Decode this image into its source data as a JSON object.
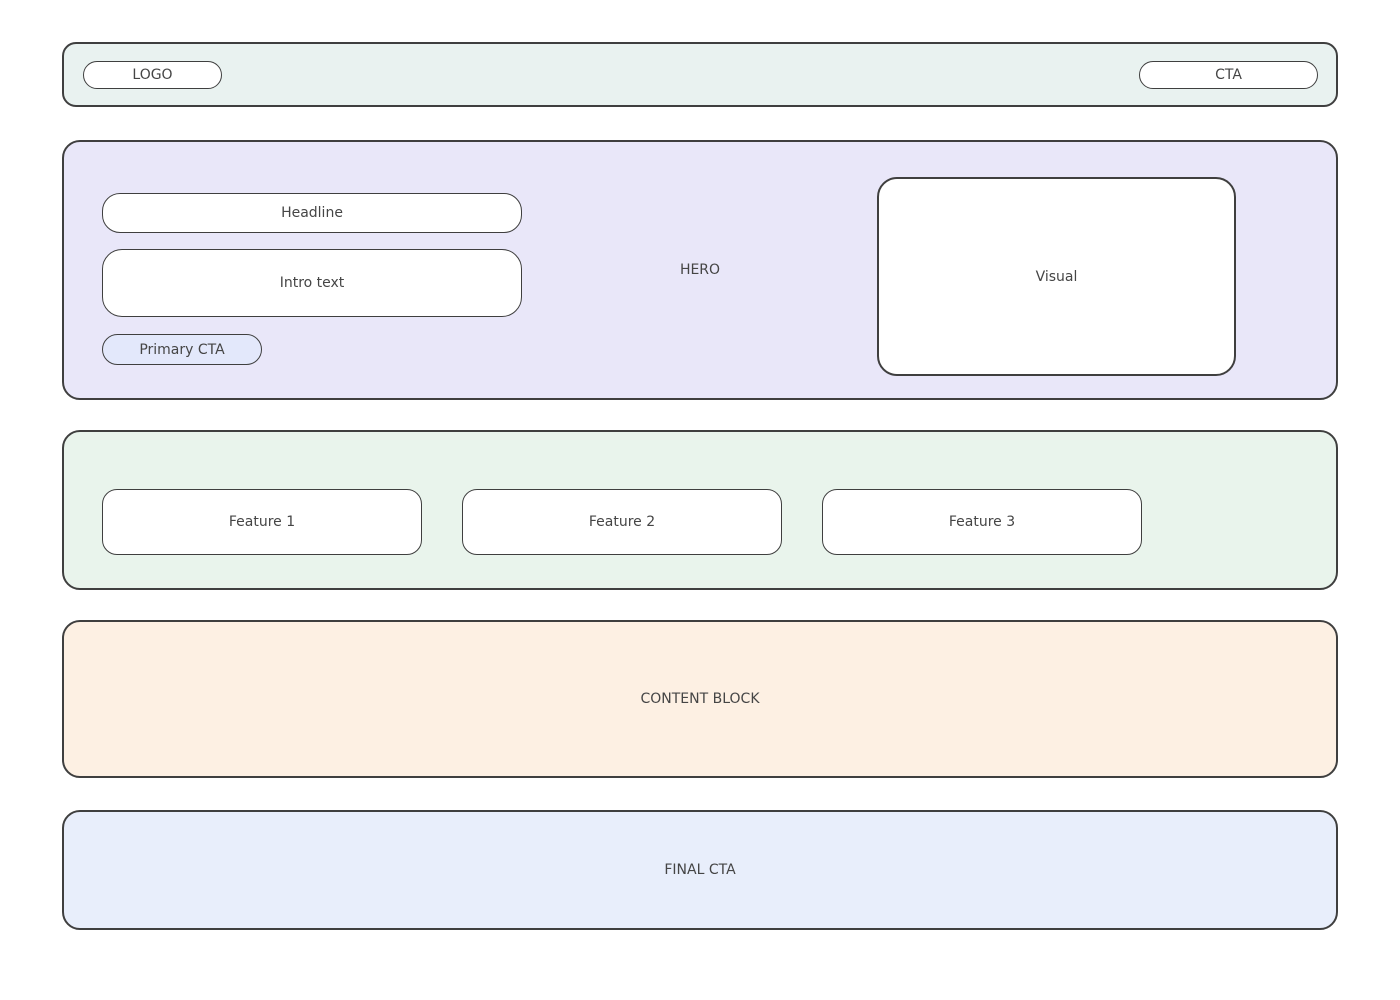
{
  "page": {
    "background": "#ffffff",
    "border_color": "#3f3f3f",
    "text_color": "#454545"
  },
  "header": {
    "bg": "#e9f2f0",
    "logo_label": "LOGO",
    "cta_label": "CTA"
  },
  "hero": {
    "bg": "#e9e7f9",
    "section_label": "HERO",
    "headline_label": "Headline",
    "intro_label": "Intro text",
    "primary_cta_label": "Primary CTA",
    "primary_cta_bg": "#e3e8fb",
    "visual_label": "Visual"
  },
  "features": {
    "bg": "#e9f4ec",
    "items": [
      {
        "label": "Feature 1"
      },
      {
        "label": "Feature 2"
      },
      {
        "label": "Feature 3"
      }
    ]
  },
  "content_block": {
    "bg": "#fdf0e3",
    "label": "CONTENT BLOCK"
  },
  "final_cta": {
    "bg": "#e8eefb",
    "label": "FINAL CTA"
  }
}
